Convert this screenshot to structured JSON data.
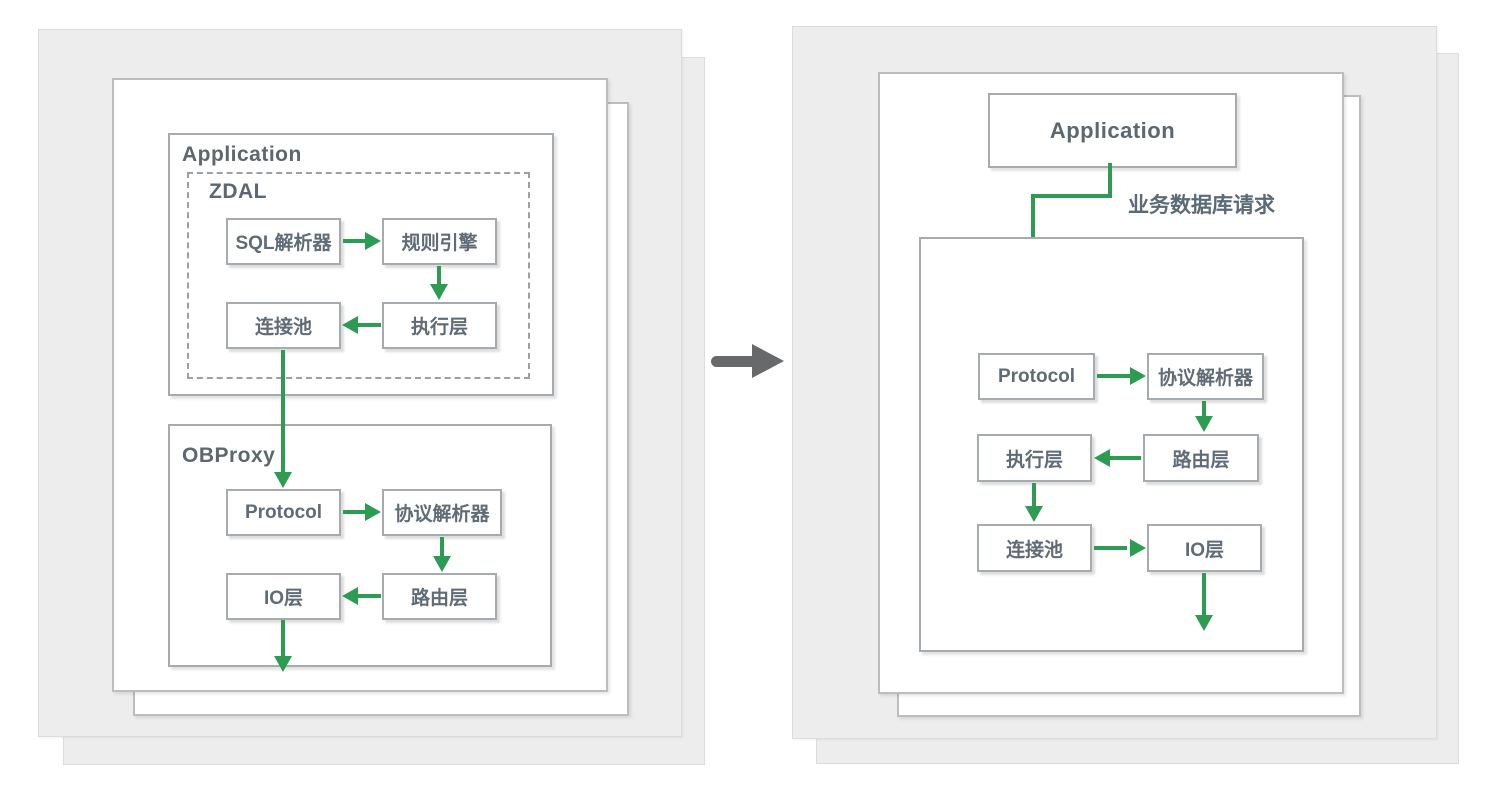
{
  "diagram": {
    "left": {
      "application_label": "Application",
      "zdal_label": "ZDAL",
      "zdal_nodes": {
        "sql_parser": "SQL解析器",
        "rule_engine": "规则引擎",
        "connection_pool": "连接池",
        "execution_layer": "执行层"
      },
      "obproxy_label": "OBProxy",
      "obproxy_nodes": {
        "protocol": "Protocol",
        "protocol_parser": "协议解析器",
        "io_layer": "IO层",
        "routing_layer": "路由层"
      }
    },
    "right": {
      "application_label": "Application",
      "request_label": "业务数据库请求",
      "nodes": {
        "protocol": "Protocol",
        "protocol_parser": "协议解析器",
        "execution_layer": "执行层",
        "routing_layer": "路由层",
        "connection_pool": "连接池",
        "io_layer": "IO层"
      }
    },
    "colors": {
      "arrow_green": "#2e9b52",
      "transform_arrow_gray": "#68696b",
      "text_gray": "#5f6b76"
    }
  }
}
